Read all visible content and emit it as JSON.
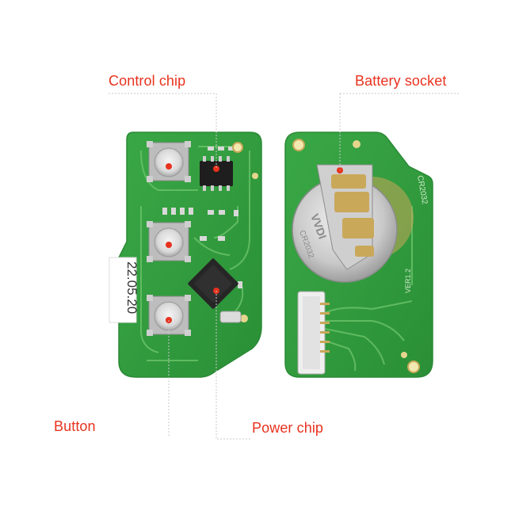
{
  "labels": {
    "control_chip": "Control chip",
    "battery_socket": "Battery socket",
    "button": "Button",
    "power_chip": "Power chip"
  },
  "board_markings": {
    "date_sticker": "22.05.20",
    "coin_cell_text": "VVDI",
    "coin_cell_model": "CR2032",
    "socket_edge_text": "CR2032",
    "pcb_version": "VER1.2"
  },
  "colors": {
    "accent": "#e8321e",
    "pcb_green": "#2f9a3c",
    "pcb_light": "#3fae4a",
    "trace": "#6cc46a",
    "pad_gold": "#c9a85a"
  }
}
